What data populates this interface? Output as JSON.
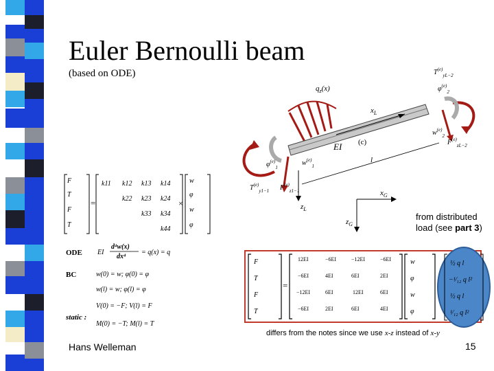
{
  "slide": {
    "title": "Euler Bernoulli beam",
    "subtitle": "(based on ODE)",
    "note_line1": "from distributed",
    "note_line2_pre": "load (see ",
    "note_line2_bold": "part 3",
    "note_line2_post": ")",
    "differs_pre": "differs from the notes since we use ",
    "differs_italic": "x-z",
    "differs_mid": " instead of ",
    "differs_italic2": "x-y",
    "author": "Hans Welleman",
    "page_number": "15"
  },
  "beam_figure": {
    "load_label": "q_z(x)",
    "axis_xL": "x_L",
    "axis_zL": "z_L",
    "axis_xG": "x_G",
    "axis_zG": "z_G",
    "stiffness": "EI",
    "element_tag": "(c)",
    "length": "l"
  },
  "stiffness_matrix": {
    "row1": [
      "k11",
      "k12",
      "k13",
      "k14"
    ],
    "row2": [
      "",
      "k22",
      "k23",
      "k24"
    ],
    "row3": [
      "",
      "",
      "k33",
      "k34"
    ],
    "row4": [
      "",
      "",
      "",
      "k44"
    ]
  },
  "ode_block": {
    "ode_label": "ODE",
    "bc_label": "BC",
    "static_label": "static :"
  },
  "colors": {
    "stripe_blue": "#1a3fd6",
    "stripe_cyan": "#33a8e8",
    "stripe_grey": "#8a8f98",
    "stripe_cream": "#f3ecc6",
    "stripe_dark": "#1c1f2b",
    "arrow_red": "#a41a14",
    "highlight_blue": "#4a86c8",
    "box_red": "#c0392b"
  }
}
